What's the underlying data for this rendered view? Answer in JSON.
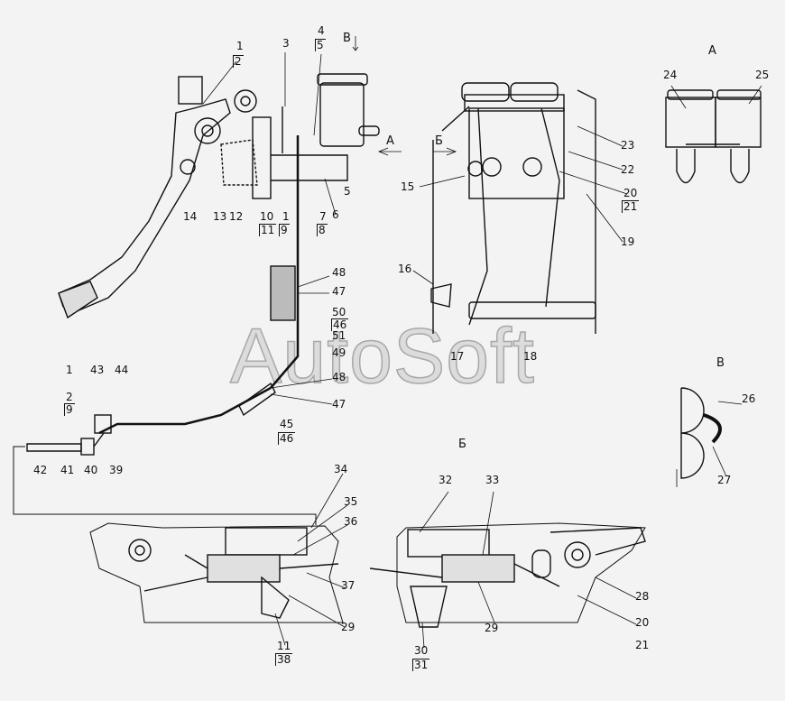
{
  "watermark": "AutoSoft",
  "views": {
    "a": "А",
    "b": "Б",
    "v": "В"
  },
  "callouts": [
    "1",
    "2",
    "3",
    "4",
    "5",
    "5",
    "6",
    "7",
    "8",
    "1",
    "9",
    "10",
    "11",
    "12",
    "13",
    "14",
    "23",
    "22",
    "15",
    "20",
    "21",
    "19",
    "16",
    "17",
    "18",
    "24",
    "25",
    "26",
    "27",
    "48",
    "47",
    "50",
    "46",
    "51",
    "49",
    "48",
    "47",
    "45",
    "46",
    "1",
    "43",
    "44",
    "2",
    "9",
    "42",
    "41",
    "40",
    "39",
    "34",
    "35",
    "36",
    "37",
    "29",
    "11",
    "38",
    "32",
    "33",
    "28",
    "20",
    "21",
    "30",
    "31",
    "29"
  ]
}
